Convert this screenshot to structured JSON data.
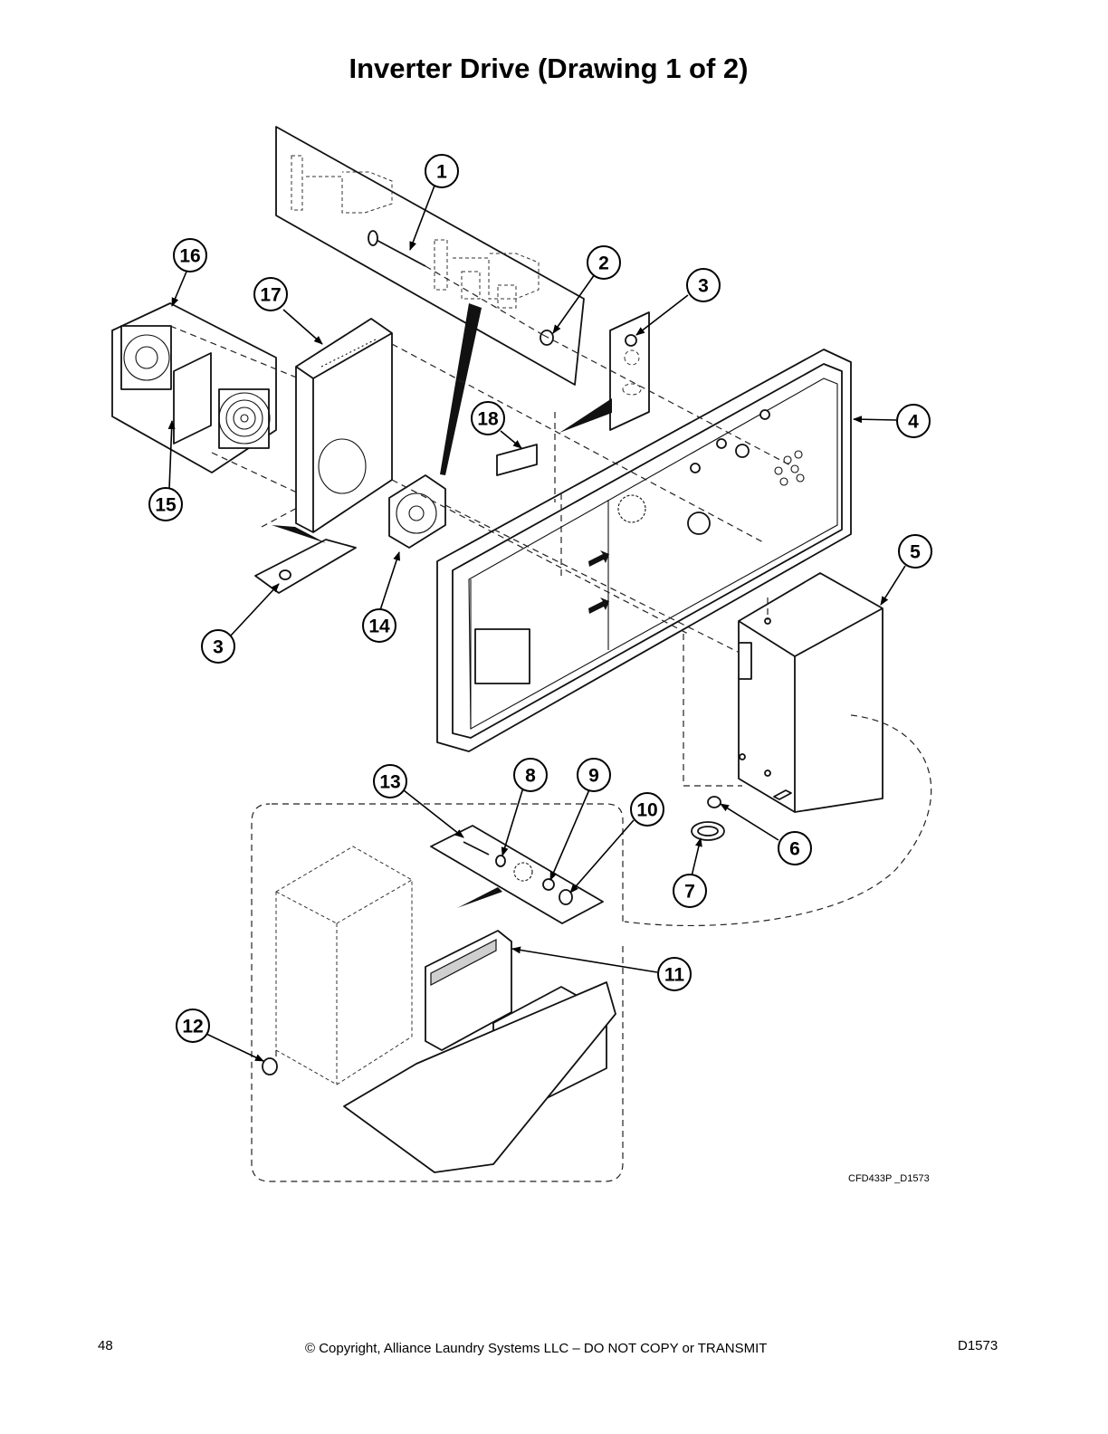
{
  "page": {
    "title": "Inverter Drive (Drawing 1 of 2)",
    "page_number": "48",
    "copyright": "© Copyright, Alliance Laundry Systems LLC – DO NOT COPY or TRANSMIT",
    "doc_code": "D1573",
    "drawing_code": "CFD433P _D1573"
  },
  "callouts": [
    "1",
    "2",
    "3",
    "3",
    "4",
    "5",
    "6",
    "7",
    "8",
    "9",
    "10",
    "11",
    "12",
    "13",
    "14",
    "15",
    "16",
    "17",
    "18"
  ]
}
